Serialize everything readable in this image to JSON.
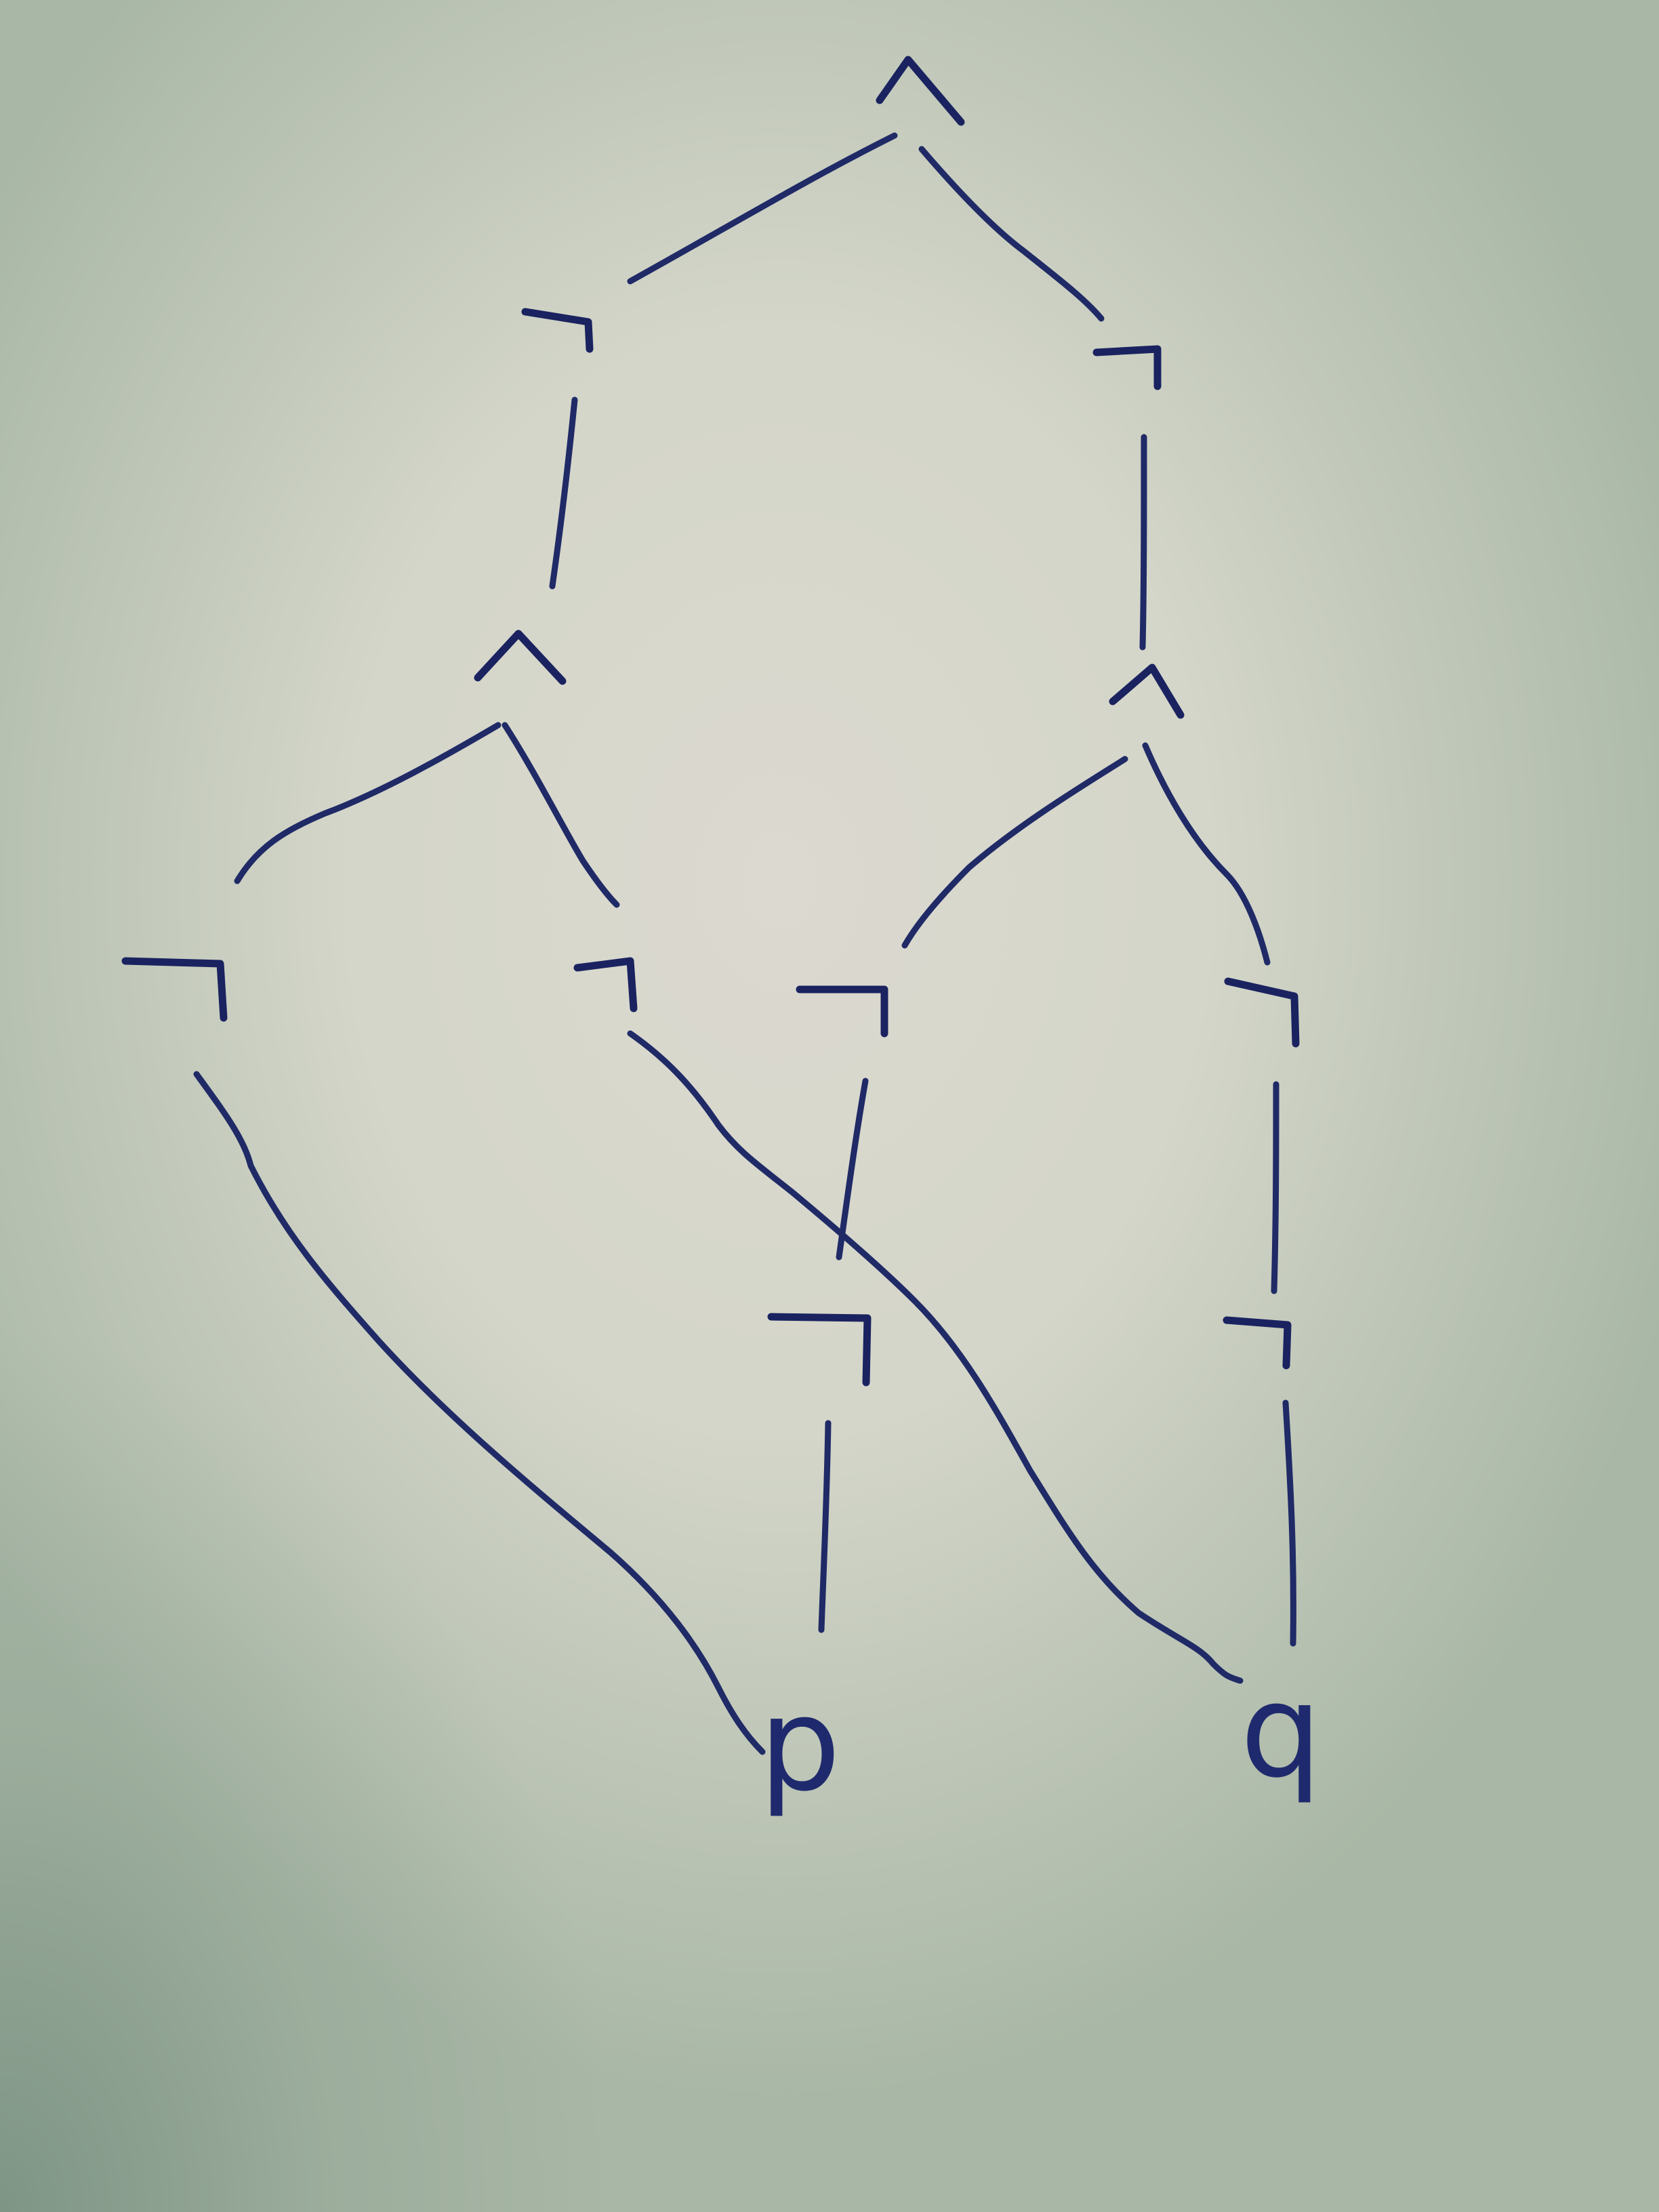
{
  "diagram": {
    "nodes": [
      {
        "id": "and-root",
        "label": "∧"
      },
      {
        "id": "not-left",
        "label": "¬"
      },
      {
        "id": "not-right",
        "label": "¬"
      },
      {
        "id": "and-left",
        "label": "∧"
      },
      {
        "id": "and-right",
        "label": "∧"
      },
      {
        "id": "not-ll",
        "label": "¬"
      },
      {
        "id": "not-lr",
        "label": "¬"
      },
      {
        "id": "not-rl",
        "label": "¬"
      },
      {
        "id": "not-rr",
        "label": "¬"
      },
      {
        "id": "not-rl2",
        "label": "¬"
      },
      {
        "id": "not-rr2",
        "label": "¬"
      },
      {
        "id": "atom-p",
        "label": "p"
      },
      {
        "id": "atom-q",
        "label": "q"
      }
    ],
    "edges": [
      [
        "and-root",
        "not-left"
      ],
      [
        "and-root",
        "not-right"
      ],
      [
        "not-left",
        "and-left"
      ],
      [
        "not-right",
        "and-right"
      ],
      [
        "and-left",
        "not-ll"
      ],
      [
        "and-left",
        "not-lr"
      ],
      [
        "and-right",
        "not-rl"
      ],
      [
        "and-right",
        "not-rr"
      ],
      [
        "not-rl",
        "not-rl2"
      ],
      [
        "not-rr",
        "not-rr2"
      ],
      [
        "not-ll",
        "atom-p"
      ],
      [
        "not-rl2",
        "atom-p"
      ],
      [
        "not-lr",
        "atom-q"
      ],
      [
        "not-rr2",
        "atom-q"
      ]
    ],
    "ink_color": "#1f2a66"
  }
}
